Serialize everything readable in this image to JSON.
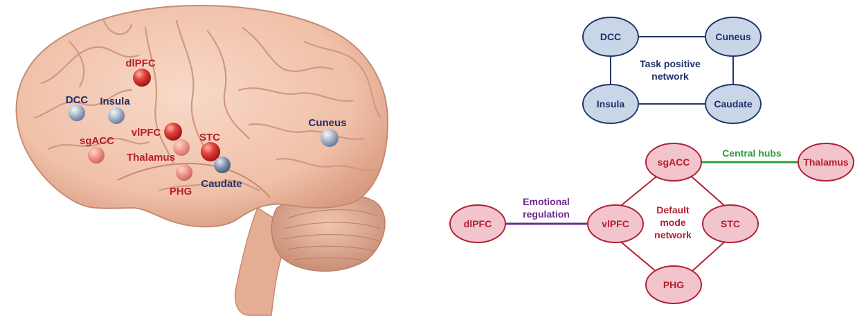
{
  "colors": {
    "blue_node_fill": "#c8d6e8",
    "blue_node_stroke": "#23356e",
    "blue_text": "#1f2f6b",
    "red_node_fill": "#f2c4cb",
    "red_node_stroke": "#b21f36",
    "red_text": "#b81c2e",
    "green_line": "#2e9a3d",
    "purple_line": "#6b2a8a",
    "brain_fill": "#f3c8b3"
  },
  "brain": {
    "labels": {
      "dlPFC": "dlPFC",
      "DCC": "DCC",
      "Insula": "Insula",
      "vlPFC": "vlPFC",
      "sgACC": "sgACC",
      "Thalamus": "Thalamus",
      "STC": "STC",
      "Cuneus": "Cuneus",
      "PHG": "PHG",
      "Caudate": "Caudate"
    }
  },
  "task_positive": {
    "title_line1": "Task positive",
    "title_line2": "network",
    "nodes": {
      "DCC": "DCC",
      "Cuneus": "Cuneus",
      "Insula": "Insula",
      "Caudate": "Caudate"
    }
  },
  "default_mode": {
    "title_line1": "Default",
    "title_line2": "mode",
    "title_line3": "network",
    "nodes": {
      "sgACC": "sgACC",
      "vlPFC": "vlPFC",
      "STC": "STC",
      "PHG": "PHG",
      "dlPFC": "dlPFC",
      "Thalamus": "Thalamus"
    },
    "central_hubs": "Central hubs",
    "emotional_line1": "Emotional",
    "emotional_line2": "regulation"
  }
}
